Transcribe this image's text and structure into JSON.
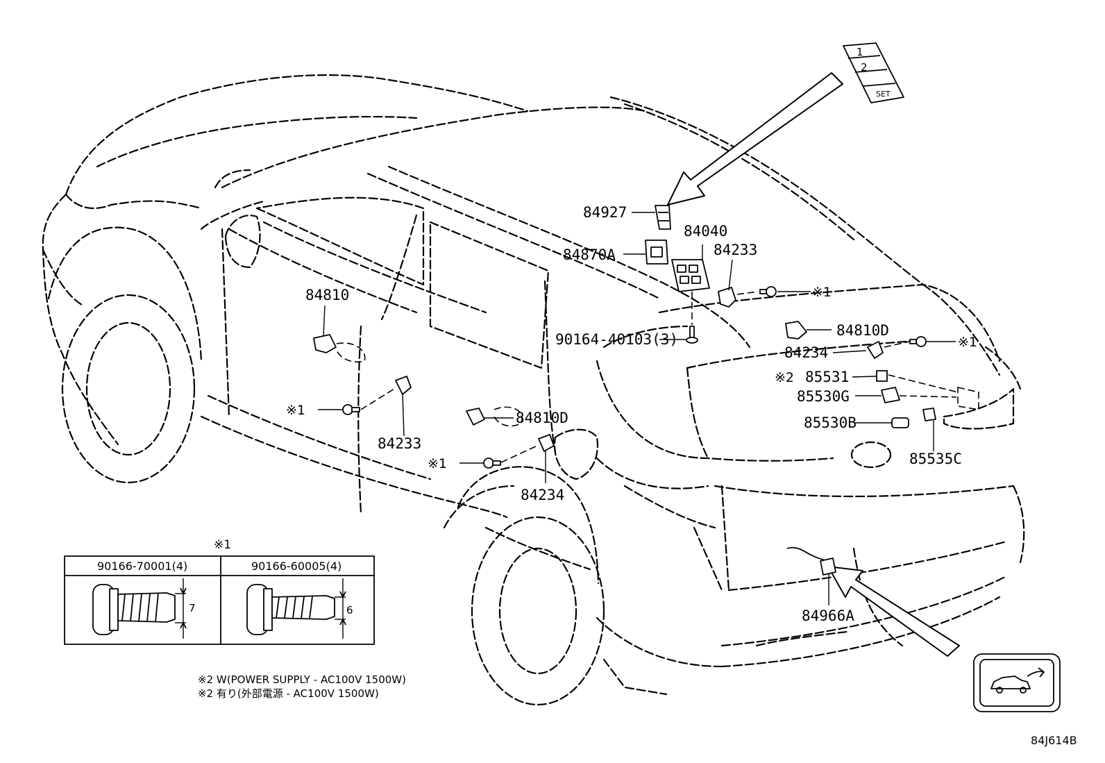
{
  "diagram_code": "84J614B",
  "parts": {
    "p84927": "84927",
    "p84040": "84040",
    "p84870A": "84870A",
    "p84233_upper": "84233",
    "p84810": "84810",
    "p90164": "90164-40103(3)",
    "p84810D_right": "84810D",
    "p84234_right": "84234",
    "p85531": "85531",
    "p85530G": "85530G",
    "p85530B": "85530B",
    "p85535C": "85535C",
    "p84233_lower": "84233",
    "p84810D_left": "84810D",
    "p84234_lower": "84234",
    "p84966A": "84966A"
  },
  "markers": {
    "mark1": "※1",
    "mark2": "※2"
  },
  "switch_inset": {
    "btn1": "1",
    "btn2": "2",
    "set": "SET"
  },
  "bolt_table": {
    "title_mark": "※1",
    "col1_header": "90166-70001(4)",
    "col2_header": "90166-60005(4)",
    "col1_dim": "7",
    "col2_dim": "6"
  },
  "notes": {
    "line1": "※2 W(POWER SUPPLY - AC100V 1500W)",
    "line2": "※2 有り(外部電源 - AC100V 1500W)"
  }
}
